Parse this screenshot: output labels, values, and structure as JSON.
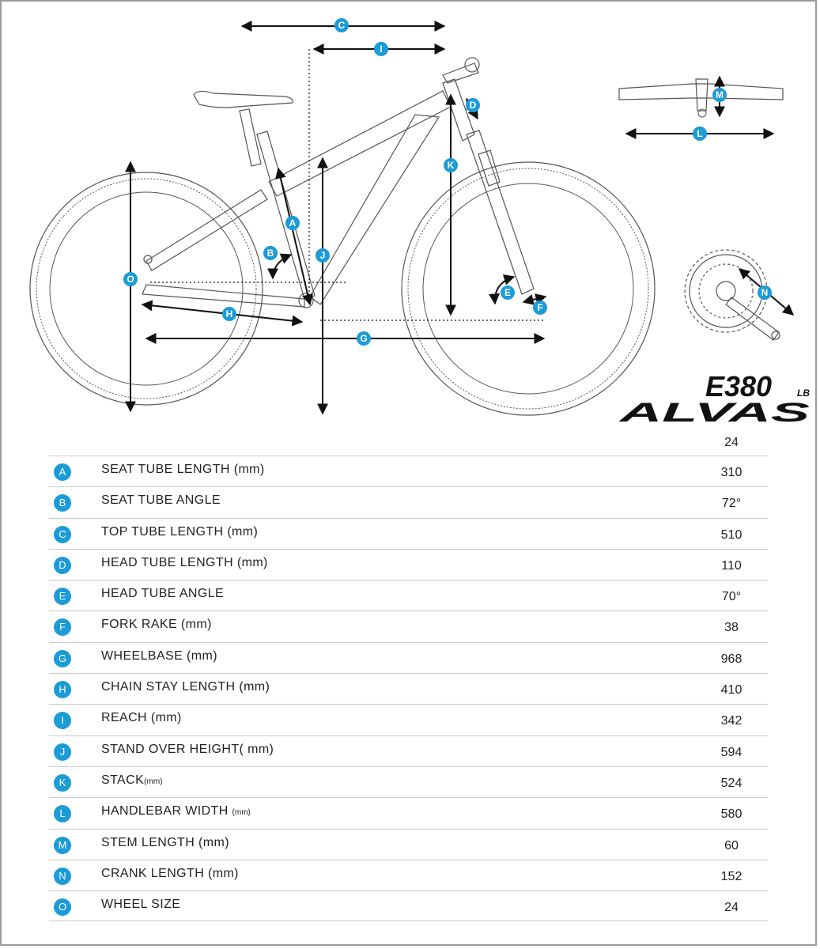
{
  "brand": {
    "model": "E380",
    "model_suffix": "LB",
    "name": "ALVAS"
  },
  "diagram_labels": [
    "A",
    "B",
    "C",
    "D",
    "E",
    "F",
    "G",
    "H",
    "I",
    "J",
    "K",
    "L",
    "M",
    "N",
    "O"
  ],
  "size_header": "24",
  "specs": [
    {
      "key": "A",
      "label": "SEAT TUBE LENGTH (mm)",
      "unit_small": "",
      "value": "310"
    },
    {
      "key": "B",
      "label": "SEAT TUBE ANGLE",
      "unit_small": "",
      "value": "72°"
    },
    {
      "key": "C",
      "label": "TOP TUBE LENGTH (mm)",
      "unit_small": "",
      "value": "510"
    },
    {
      "key": "D",
      "label": "HEAD TUBE LENGTH (mm)",
      "unit_small": "",
      "value": "110"
    },
    {
      "key": "E",
      "label": "HEAD TUBE ANGLE",
      "unit_small": "",
      "value": "70°"
    },
    {
      "key": "F",
      "label": "FORK RAKE (mm)",
      "unit_small": "",
      "value": "38"
    },
    {
      "key": "G",
      "label": "WHEELBASE (mm)",
      "unit_small": "",
      "value": "968"
    },
    {
      "key": "H",
      "label": "CHAIN STAY LENGTH (mm)",
      "unit_small": "",
      "value": "410"
    },
    {
      "key": "I",
      "label": "REACH (mm)",
      "unit_small": "",
      "value": "342"
    },
    {
      "key": "J",
      "label": "STAND OVER HEIGHT( mm)",
      "unit_small": "",
      "value": "594"
    },
    {
      "key": "K",
      "label": "STACK",
      "unit_small": "(mm)",
      "value": "524"
    },
    {
      "key": "L",
      "label": "HANDLEBAR WIDTH ",
      "unit_small": "(mm)",
      "value": "580"
    },
    {
      "key": "M",
      "label": "STEM LENGTH (mm)",
      "unit_small": "",
      "value": "60"
    },
    {
      "key": "N",
      "label": "CRANK LENGTH (mm)",
      "unit_small": "",
      "value": "152"
    },
    {
      "key": "O",
      "label": "WHEEL SIZE",
      "unit_small": "",
      "value": "24"
    }
  ],
  "colors": {
    "badge": "#1b9bd7",
    "line": "#222222",
    "frame_outline": "#555555"
  }
}
